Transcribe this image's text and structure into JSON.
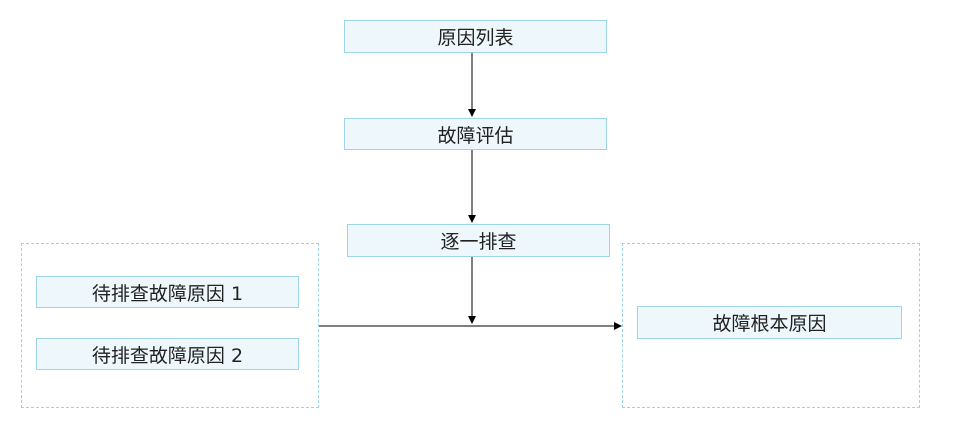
{
  "nodes": {
    "cause_list": "原因列表",
    "fault_assessment": "故障评估",
    "check_one_by_one": "逐一排查",
    "pending_cause_1": "待排查故障原因 1",
    "pending_cause_2": "待排查故障原因 2",
    "root_cause": "故障根本原因"
  },
  "colors": {
    "node_border": "#9fd3e6",
    "node_fill": "#eef8fc",
    "edge": "#000000"
  }
}
